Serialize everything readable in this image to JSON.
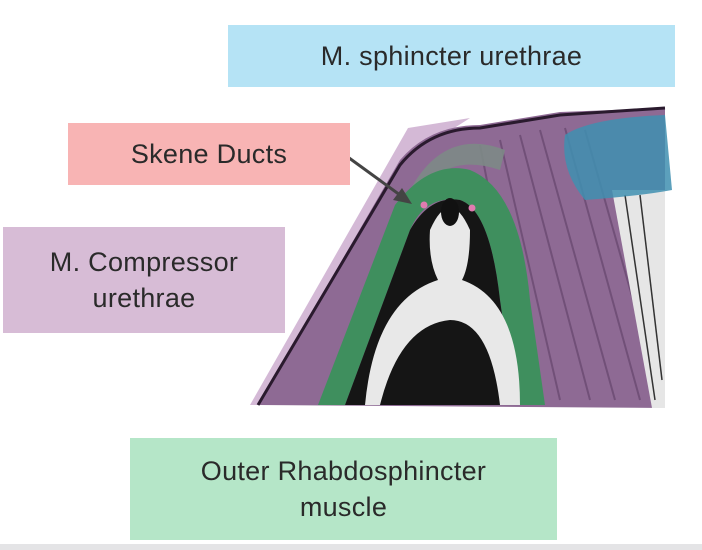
{
  "labels": {
    "sphincter": "M. sphincter urethrae",
    "skene": "Skene Ducts",
    "compressor_line1": "M. Compressor",
    "compressor_line2": "urethrae",
    "rhabdo_line1": "Outer Rhabdosphincter",
    "rhabdo_line2": "muscle"
  },
  "colors": {
    "sphincter": "#b5e3f5",
    "skene": "#f8b4b4",
    "compressor": "#d7bcd6",
    "rhabdo": "#b5e6c8"
  }
}
